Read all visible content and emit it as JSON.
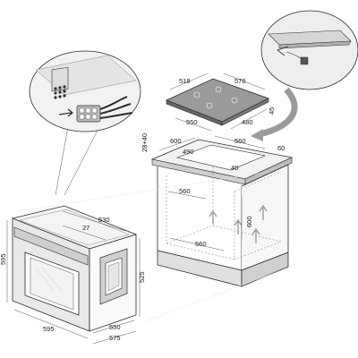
{
  "hob": {
    "width_top": "518",
    "depth_top": "576",
    "cutout_width": "550",
    "cutout_depth": "480",
    "thickness": "45"
  },
  "cabinet": {
    "outer_width": "600",
    "outer_depth": "560",
    "inner_width": "490",
    "inner_depth": "40",
    "front_offset": "28+40",
    "back_gap": "60",
    "shelf_depth_upper": "560",
    "shelf_depth_lower": "560",
    "niche_height": "600"
  },
  "oven": {
    "top_depth": "530",
    "front_panel_depth": "27",
    "height_outer": "595",
    "height_body": "525",
    "width_front": "595",
    "body_width": "550",
    "total_depth": "575"
  },
  "colors": {
    "stroke": "#2b2b2b",
    "callout_fill": "#eeeeee"
  }
}
